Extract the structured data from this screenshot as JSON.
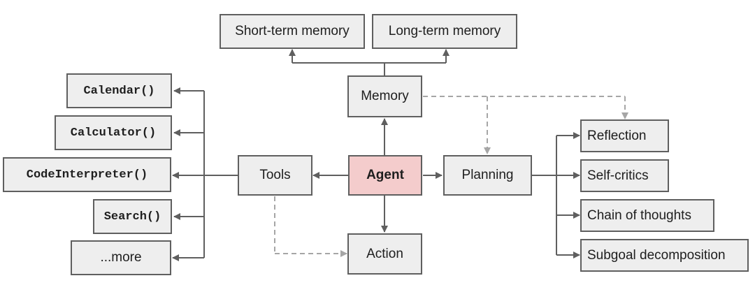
{
  "diagram": {
    "colors": {
      "box_fill": "#eeeeee",
      "box_border": "#5f5f5f",
      "agent_fill": "#f4cccc",
      "solid_arrow": "#5f5f5f",
      "dashed_arrow": "#a6a6a6"
    },
    "nodes": {
      "short_term_memory": "Short-term memory",
      "long_term_memory": "Long-term memory",
      "memory": "Memory",
      "calendar": "Calendar()",
      "calculator": "Calculator()",
      "code_interpreter": "CodeInterpreter()",
      "search": "Search()",
      "more": "...more",
      "tools": "Tools",
      "agent": "Agent",
      "planning": "Planning",
      "action": "Action",
      "reflection": "Reflection",
      "self_critics": "Self-critics",
      "chain_of_thoughts": "Chain of thoughts",
      "subgoal_decomposition": "Subgoal decomposition"
    }
  }
}
